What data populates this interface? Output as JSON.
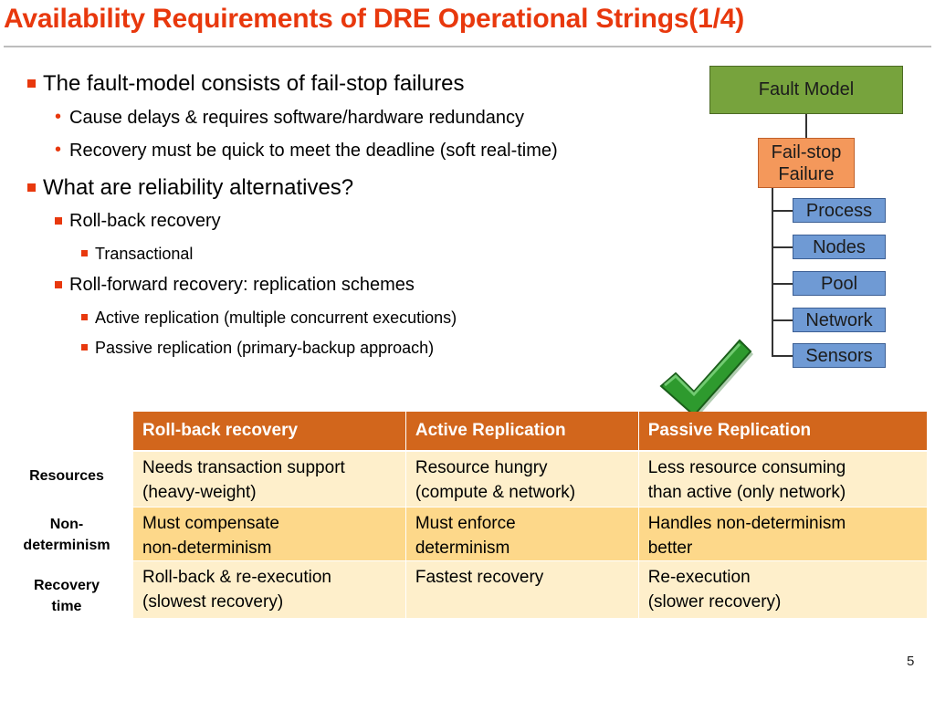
{
  "title": "Availability Requirements of DRE Operational Strings(1/4)",
  "bullets": [
    {
      "level": 1,
      "text": "The fault-model consists of fail-stop failures"
    },
    {
      "level": 2,
      "text": "Cause delays & requires software/hardware redundancy"
    },
    {
      "level": 2,
      "text": "Recovery must be quick to meet the deadline (soft real-time)"
    },
    {
      "level": 1,
      "text": "What are reliability alternatives?"
    },
    {
      "level": 2,
      "text": "Roll-back recovery"
    },
    {
      "level": 3,
      "text": "Transactional"
    },
    {
      "level": 2,
      "text": "Roll-forward recovery: replication schemes"
    },
    {
      "level": 3,
      "text": "Active replication (multiple concurrent executions)"
    },
    {
      "level": 3,
      "text": "Passive replication (primary-backup approach)"
    }
  ],
  "fault_model": {
    "root": "Fault Model",
    "failure_line1": "Fail-stop",
    "failure_line2": "Failure",
    "leaves": [
      "Process",
      "Nodes",
      "Pool",
      "Network",
      "Sensors"
    ]
  },
  "checkmark_icon": "checkmark-icon",
  "colors": {
    "accent": "#e8380d",
    "header": "#d2661c",
    "row_light": "#feefcb",
    "row_dark": "#fdd88a",
    "fault_model": "#77a33d",
    "failure": "#f4985b",
    "leaf": "#6f9ad4",
    "check": "#2e9a2e"
  },
  "table": {
    "headers": [
      "Roll-back recovery",
      "Active Replication",
      "Passive  Replication"
    ],
    "rows": [
      {
        "label_line1": "Resources",
        "label_line2": "",
        "cells": [
          [
            "Needs transaction support",
            "(heavy-weight)"
          ],
          [
            "Resource hungry",
            "(compute & network)"
          ],
          [
            "Less resource consuming",
            "than active (only network)"
          ]
        ]
      },
      {
        "label_line1": "Non-",
        "label_line2": "determinism",
        "cells": [
          [
            "Must compensate",
            "non-determinism"
          ],
          [
            "Must enforce",
            "determinism"
          ],
          [
            "Handles non-determinism",
            "better"
          ]
        ]
      },
      {
        "label_line1": "Recovery",
        "label_line2": "time",
        "cells": [
          [
            "Roll-back & re-execution",
            "(slowest recovery)"
          ],
          [
            "Fastest recovery",
            ""
          ],
          [
            "Re-execution",
            "(slower recovery)"
          ]
        ]
      }
    ]
  },
  "page_number": "5"
}
